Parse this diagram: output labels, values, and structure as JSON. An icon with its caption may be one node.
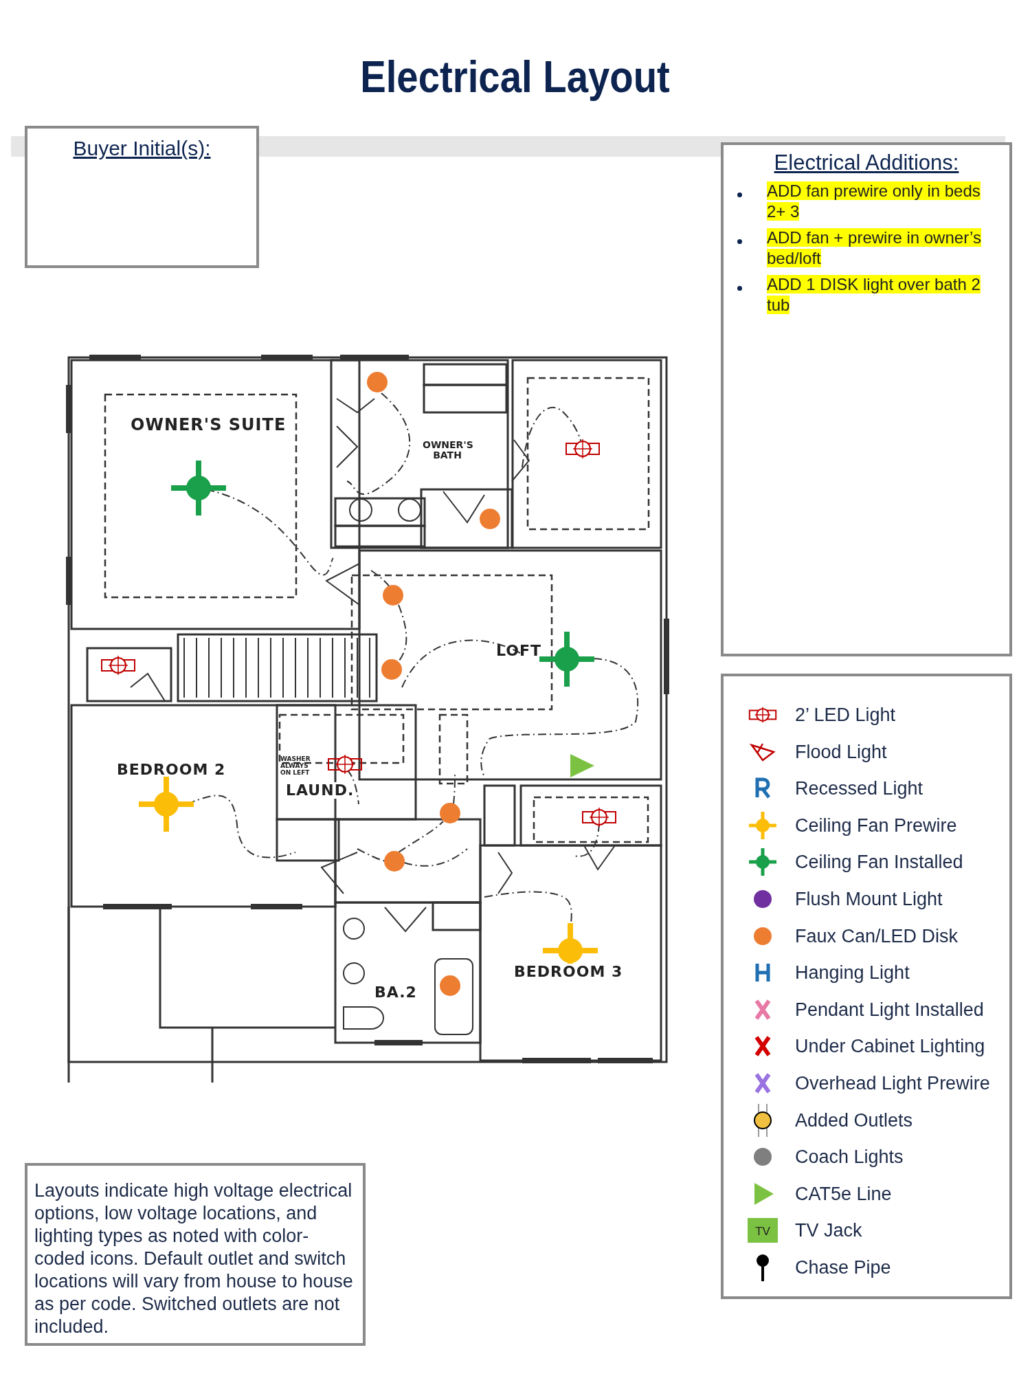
{
  "diagram": {
    "title": "Electrical Layout",
    "nodes": [
      {
        "text": [
          "Buyer Initial(s):"
        ]
      },
      {
        "text": [
          "Electrical Additions:",
          "ADD fan prewire only in beds 2+ 3",
          "ADD fan + prewire in owner’s bed/loft",
          "ADD 1 DISK light over bath 2 tub"
        ]
      },
      {
        "text": [
          "Layouts indicate high voltage electrical options, low voltage locations, and lighting types as noted with color-coded icons. Default outlet and switch locations will vary from house to house as per code. Switched outlets are not included."
        ]
      }
    ],
    "labels": [
      "OWNER'S SUITE",
      "OWNER'S BATH",
      "LOFT",
      "BEDROOM 2",
      "WASHER ALWAYS ON LEFT",
      "LAUND.",
      "BEDROOM 3",
      "BA.2",
      "TV"
    ],
    "legend": [
      {
        "text": "2’ LED Light"
      },
      {
        "text": "Flood Light"
      },
      {
        "text": "Recessed Light"
      },
      {
        "text": "Ceiling Fan Prewire"
      },
      {
        "text": "Ceiling Fan Installed"
      },
      {
        "text": "Flush Mount Light",
        "color": "#7030a0"
      },
      {
        "text": "Faux Can/LED Disk",
        "color": "#ed7d31"
      },
      {
        "text": "Hanging Light"
      },
      {
        "text": "Pendant Light Installed"
      },
      {
        "text": "Under Cabinet Lighting"
      },
      {
        "text": "Overhead Light Prewire"
      },
      {
        "text": "Added Outlets"
      },
      {
        "text": "Coach Lights",
        "color": "#7f7f7f"
      },
      {
        "text": "CAT5e Line"
      },
      {
        "text": "TV Jack"
      },
      {
        "text": "Chase Pipe"
      }
    ]
  }
}
